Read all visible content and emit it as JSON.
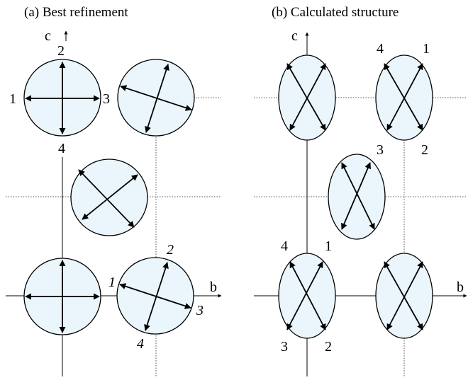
{
  "panel_a": {
    "title": "(a) Best refinement",
    "axis_c": "c",
    "axis_b": "b",
    "labels_top": {
      "n1": "1",
      "n2": "2",
      "n3": "3",
      "n4": "4"
    },
    "labels_bottom": {
      "n1": "1",
      "n2": "2",
      "n3": "3",
      "n4": "4"
    }
  },
  "panel_b": {
    "title": "(b) Calculated structure",
    "axis_c": "c",
    "axis_b": "b",
    "labels_top": {
      "n1": "1",
      "n2": "2",
      "n3": "3",
      "n4": "4"
    },
    "labels_bottom": {
      "n1": "1",
      "n2": "2",
      "n3": "3",
      "n4": "4"
    }
  },
  "colors": {
    "ellipse_fill": "#eaf6fb",
    "line": "#000000"
  }
}
